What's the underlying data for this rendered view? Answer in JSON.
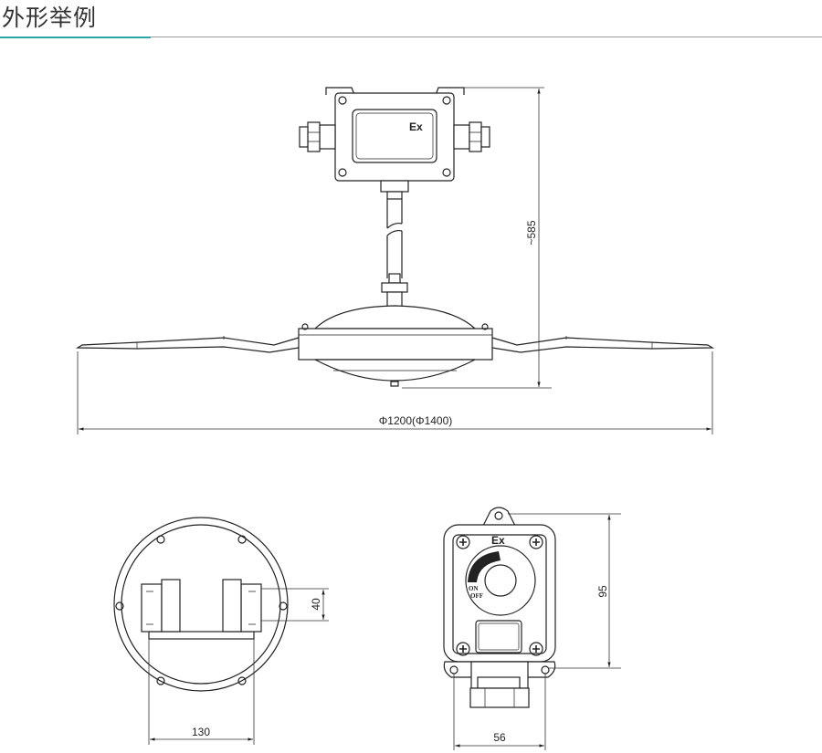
{
  "header": {
    "title": "外形举例",
    "accent_color": "#2aa7a8"
  },
  "top_view": {
    "junction_box_label": "Ex",
    "height_dimension": "~585",
    "diameter_dimension": "Φ1200(Φ1400)"
  },
  "base_view": {
    "bracket_dimension": "40",
    "width_dimension": "130"
  },
  "switch_view": {
    "label": "Ex",
    "on_label": "ON",
    "off_label": "OFF",
    "height_dimension": "95",
    "width_dimension": "56"
  }
}
